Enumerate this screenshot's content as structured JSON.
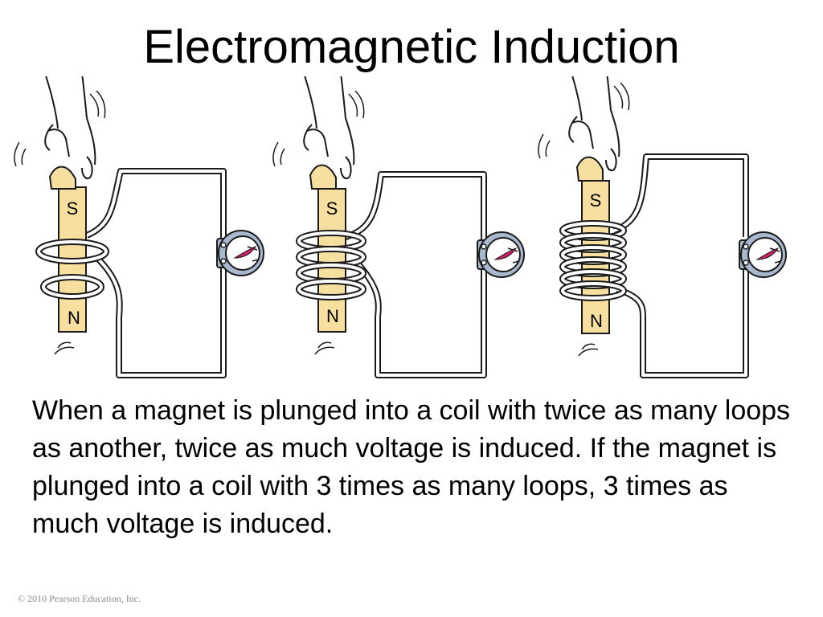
{
  "slide": {
    "title": "Electromagnetic Induction",
    "body": "When a magnet is plunged into a coil with twice as many loops as another, twice as much voltage is induced. If the magnet is plunged into a coil with 3 times as many loops,  3 times as much voltage is induced.",
    "copyright": "© 2010 Pearson Education, Inc."
  },
  "illustration": {
    "panels": [
      {
        "coil_loops": 2,
        "magnet_top_label": "S",
        "magnet_bottom_label": "N"
      },
      {
        "coil_loops": 4,
        "magnet_top_label": "S",
        "magnet_bottom_label": "N"
      },
      {
        "coil_loops": 6,
        "magnet_top_label": "S",
        "magnet_bottom_label": "N"
      }
    ]
  },
  "colors": {
    "magnet": "#f6df9f",
    "galvanometer_body": "#a8b9cf",
    "galvanometer_needle": "#cc1f6a",
    "wire": "#1a1a1a"
  }
}
